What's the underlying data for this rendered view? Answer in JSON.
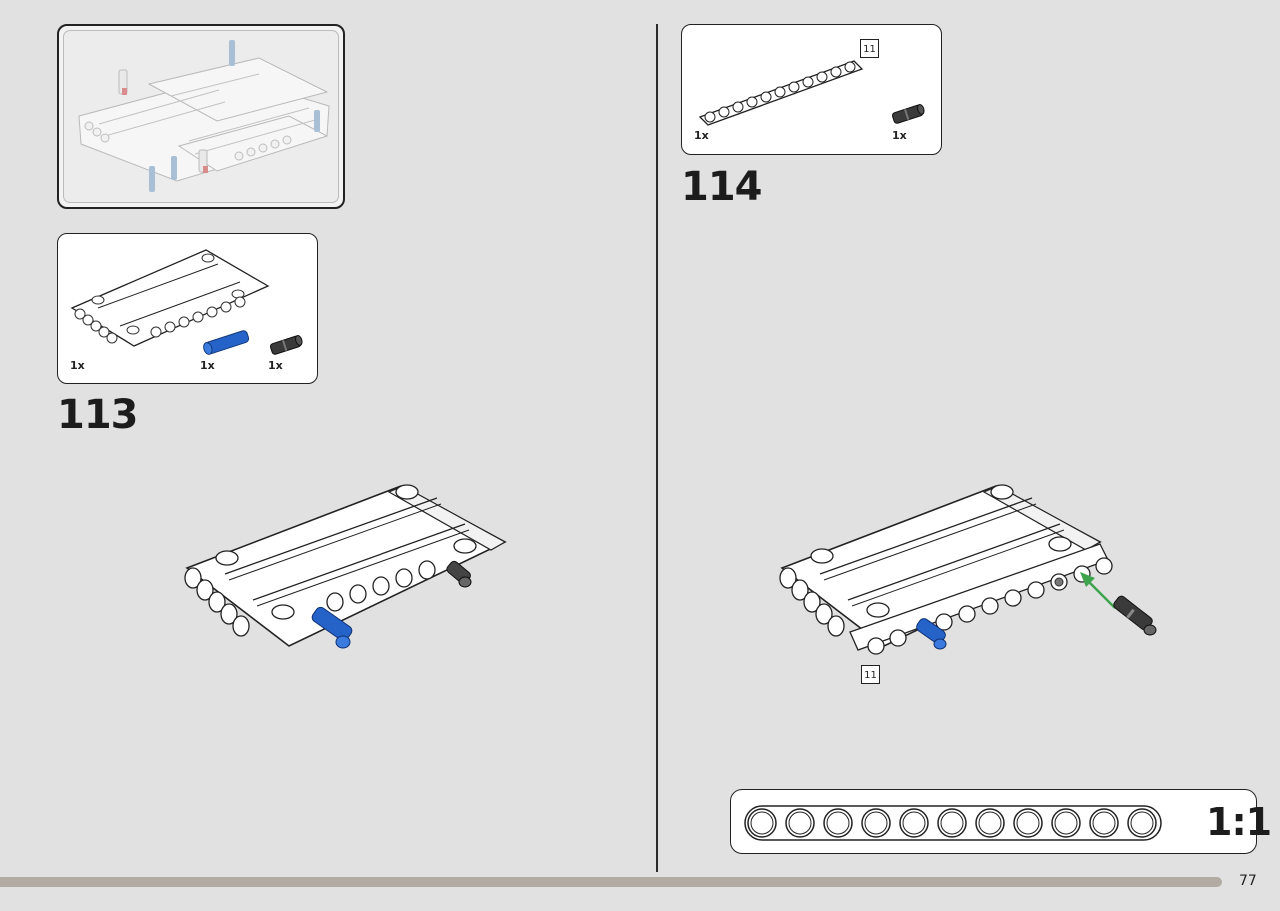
{
  "left_page": {
    "step": {
      "number": "113",
      "parts": [
        {
          "qty": "1x",
          "part": "panel"
        },
        {
          "qty": "1x",
          "part": "blue-pin"
        },
        {
          "qty": "1x",
          "part": "black-pin"
        }
      ]
    }
  },
  "right_page": {
    "step": {
      "number": "114",
      "parts": [
        {
          "qty": "1x",
          "part": "beam",
          "size_label": "11"
        },
        {
          "qty": "1x",
          "part": "black-pin"
        }
      ],
      "callout_label": "11"
    },
    "scale_box": {
      "label": "1:1",
      "holes": 11
    }
  },
  "page_number": "77",
  "colors": {
    "background": "#e1e1e1",
    "progress_bar": "#b2aba4",
    "blue_part": "#2563c9",
    "dark_part": "#3a3a3a",
    "arrow": "#3fa34d"
  }
}
